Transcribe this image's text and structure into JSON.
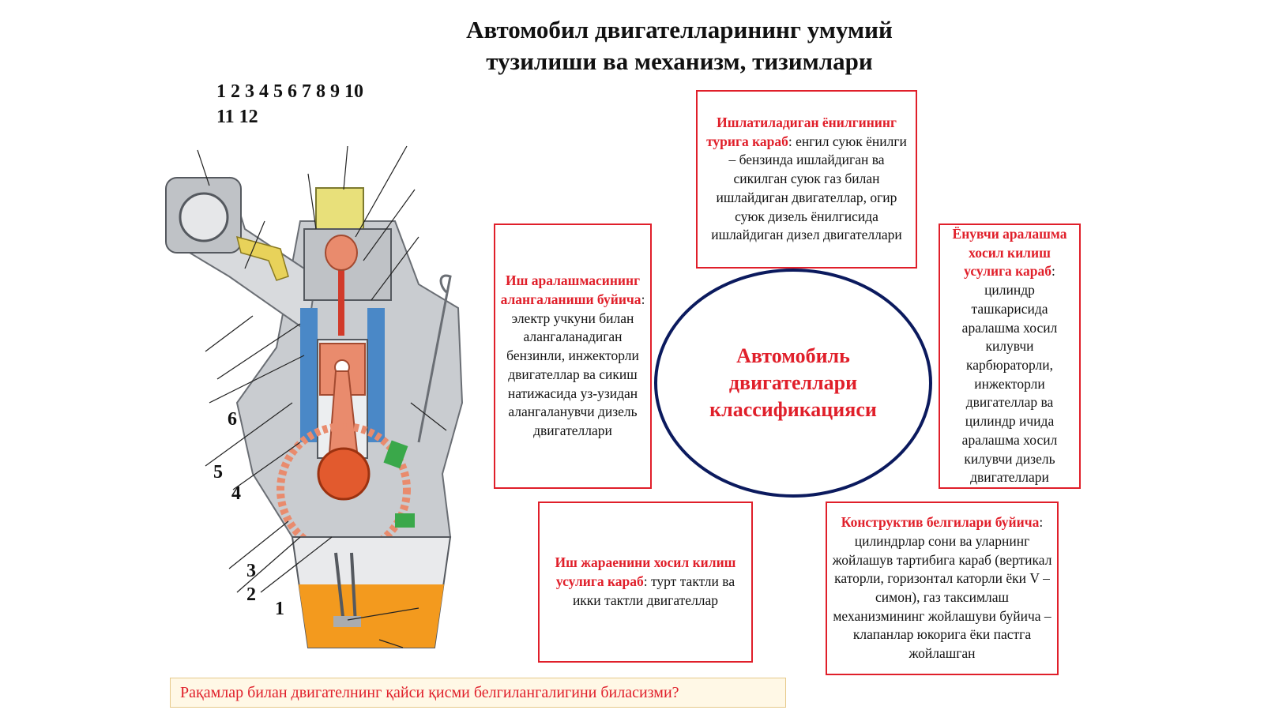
{
  "title": {
    "line1": "Автомобил двигателларининг умумий",
    "line2": "тузилиши ва механизм, тизимлари"
  },
  "numbers_header": {
    "line1": "1 2 3 4 5 6 7 8 9 10",
    "line2": "11 12"
  },
  "engine_labels": [
    "1",
    "2",
    "3",
    "4",
    "5",
    "6"
  ],
  "center": {
    "line1": "Автомобиль",
    "line2": "двигателлари",
    "line3": "классификацияси"
  },
  "boxes": {
    "fuel": {
      "heading": "Ишлатиладиган ёнилгининг турига караб",
      "body": ": енгил суюк ёнилги – бензинда ишлайдиган ва сикилган суюк газ билан ишлайдиган двигателлар, огир суюк дизель ёнилгисида ишлайдиган дизел двигателлари"
    },
    "ignition": {
      "heading": "Иш аралашмасининг алангаланиши буйича",
      "body": ": электр учкуни билан алангаланадиган бензинли, инжекторли двигателлар ва сикиш натижасида уз-узидан алангаланувчи дизель двигателлари"
    },
    "mixture": {
      "heading": "Ёнувчи аралашма хосил килиш усулига караб",
      "body": ": цилиндр ташкарисида аралашма хосил килувчи карбюраторли, инжекторли двигателлар ва цилиндр ичида аралашма хосил килувчи дизель двигателлари"
    },
    "cycle": {
      "heading": "Иш жараенини хосил килиш усулига караб",
      "body": ": турт тактли ва икки тактли двигателлар"
    },
    "design": {
      "heading": "Конструктив белгилари буйича",
      "body": ": цилиндрлар сони ва уларнинг жойлашув тартибига караб (вертикал каторли, горизонтал каторли ёки V – симон), газ таксимлаш механизмининг жойлашуви буйича – клапанлар юкорига ёки пастга жойлашган"
    }
  },
  "question": "Рақамлар билан двигателнинг қайси қисми белгилангалигини биласизми?",
  "colors": {
    "accent_red": "#e01f2a",
    "oval_navy": "#0b1a5e",
    "oil_orange": "#f39a1e",
    "piston_salmon": "#e98b6d",
    "head_yellow": "#e8e07a",
    "coolant_blue": "#4a88c7",
    "fitting_green": "#3aa84a"
  }
}
